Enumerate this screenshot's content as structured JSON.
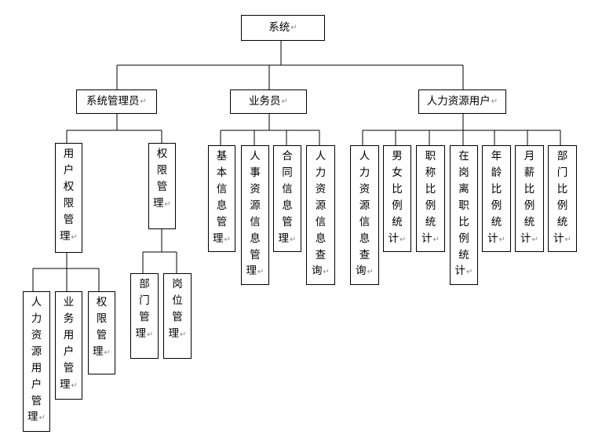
{
  "nodes": [
    {
      "id": "root",
      "text": "系统"
    },
    {
      "id": "admin",
      "text": "系统管理员"
    },
    {
      "id": "clerk",
      "text": "业务员"
    },
    {
      "id": "hr",
      "text": "人力资源用户"
    },
    {
      "id": "user-perm",
      "text": "用户权限管理"
    },
    {
      "id": "perm-mgmt",
      "text": "权限管理"
    },
    {
      "id": "hr-user-mgmt",
      "text": "人力资源用户管理"
    },
    {
      "id": "clerk-user-mgmt",
      "text": "业务用户管理"
    },
    {
      "id": "perm-leaf",
      "text": "权限管理"
    },
    {
      "id": "dept-mgmt",
      "text": "部门管理"
    },
    {
      "id": "post-mgmt",
      "text": "岗位管理"
    },
    {
      "id": "basic-info",
      "text": "基本信息管理"
    },
    {
      "id": "personnel-info",
      "text": "人事资源信息管理"
    },
    {
      "id": "contract-info",
      "text": "合同信息管理"
    },
    {
      "id": "hr-info-query-clerk",
      "text": "人力资源信息查询"
    },
    {
      "id": "hr-info-query-hr",
      "text": "人力资源信息查询"
    },
    {
      "id": "gender-ratio",
      "text": "男女比例统计"
    },
    {
      "id": "title-ratio",
      "text": "职称比例统计"
    },
    {
      "id": "onduty-ratio",
      "text": "在岗离职比例统计"
    },
    {
      "id": "age-ratio",
      "text": "年龄比例统计"
    },
    {
      "id": "salary-ratio",
      "text": "月薪比例统计"
    },
    {
      "id": "dept-ratio",
      "text": "部门比例统计"
    }
  ],
  "edges": [
    [
      "root",
      "admin"
    ],
    [
      "root",
      "clerk"
    ],
    [
      "root",
      "hr"
    ],
    [
      "admin",
      "user-perm"
    ],
    [
      "admin",
      "perm-mgmt"
    ],
    [
      "user-perm",
      "hr-user-mgmt"
    ],
    [
      "user-perm",
      "clerk-user-mgmt"
    ],
    [
      "user-perm",
      "perm-leaf"
    ],
    [
      "perm-mgmt",
      "dept-mgmt"
    ],
    [
      "perm-mgmt",
      "post-mgmt"
    ],
    [
      "clerk",
      "basic-info"
    ],
    [
      "clerk",
      "personnel-info"
    ],
    [
      "clerk",
      "contract-info"
    ],
    [
      "clerk",
      "hr-info-query-clerk"
    ],
    [
      "hr",
      "hr-info-query-hr"
    ],
    [
      "hr",
      "gender-ratio"
    ],
    [
      "hr",
      "title-ratio"
    ],
    [
      "hr",
      "onduty-ratio"
    ],
    [
      "hr",
      "age-ratio"
    ],
    [
      "hr",
      "salary-ratio"
    ],
    [
      "hr",
      "dept-ratio"
    ]
  ],
  "return_mark": "↵"
}
